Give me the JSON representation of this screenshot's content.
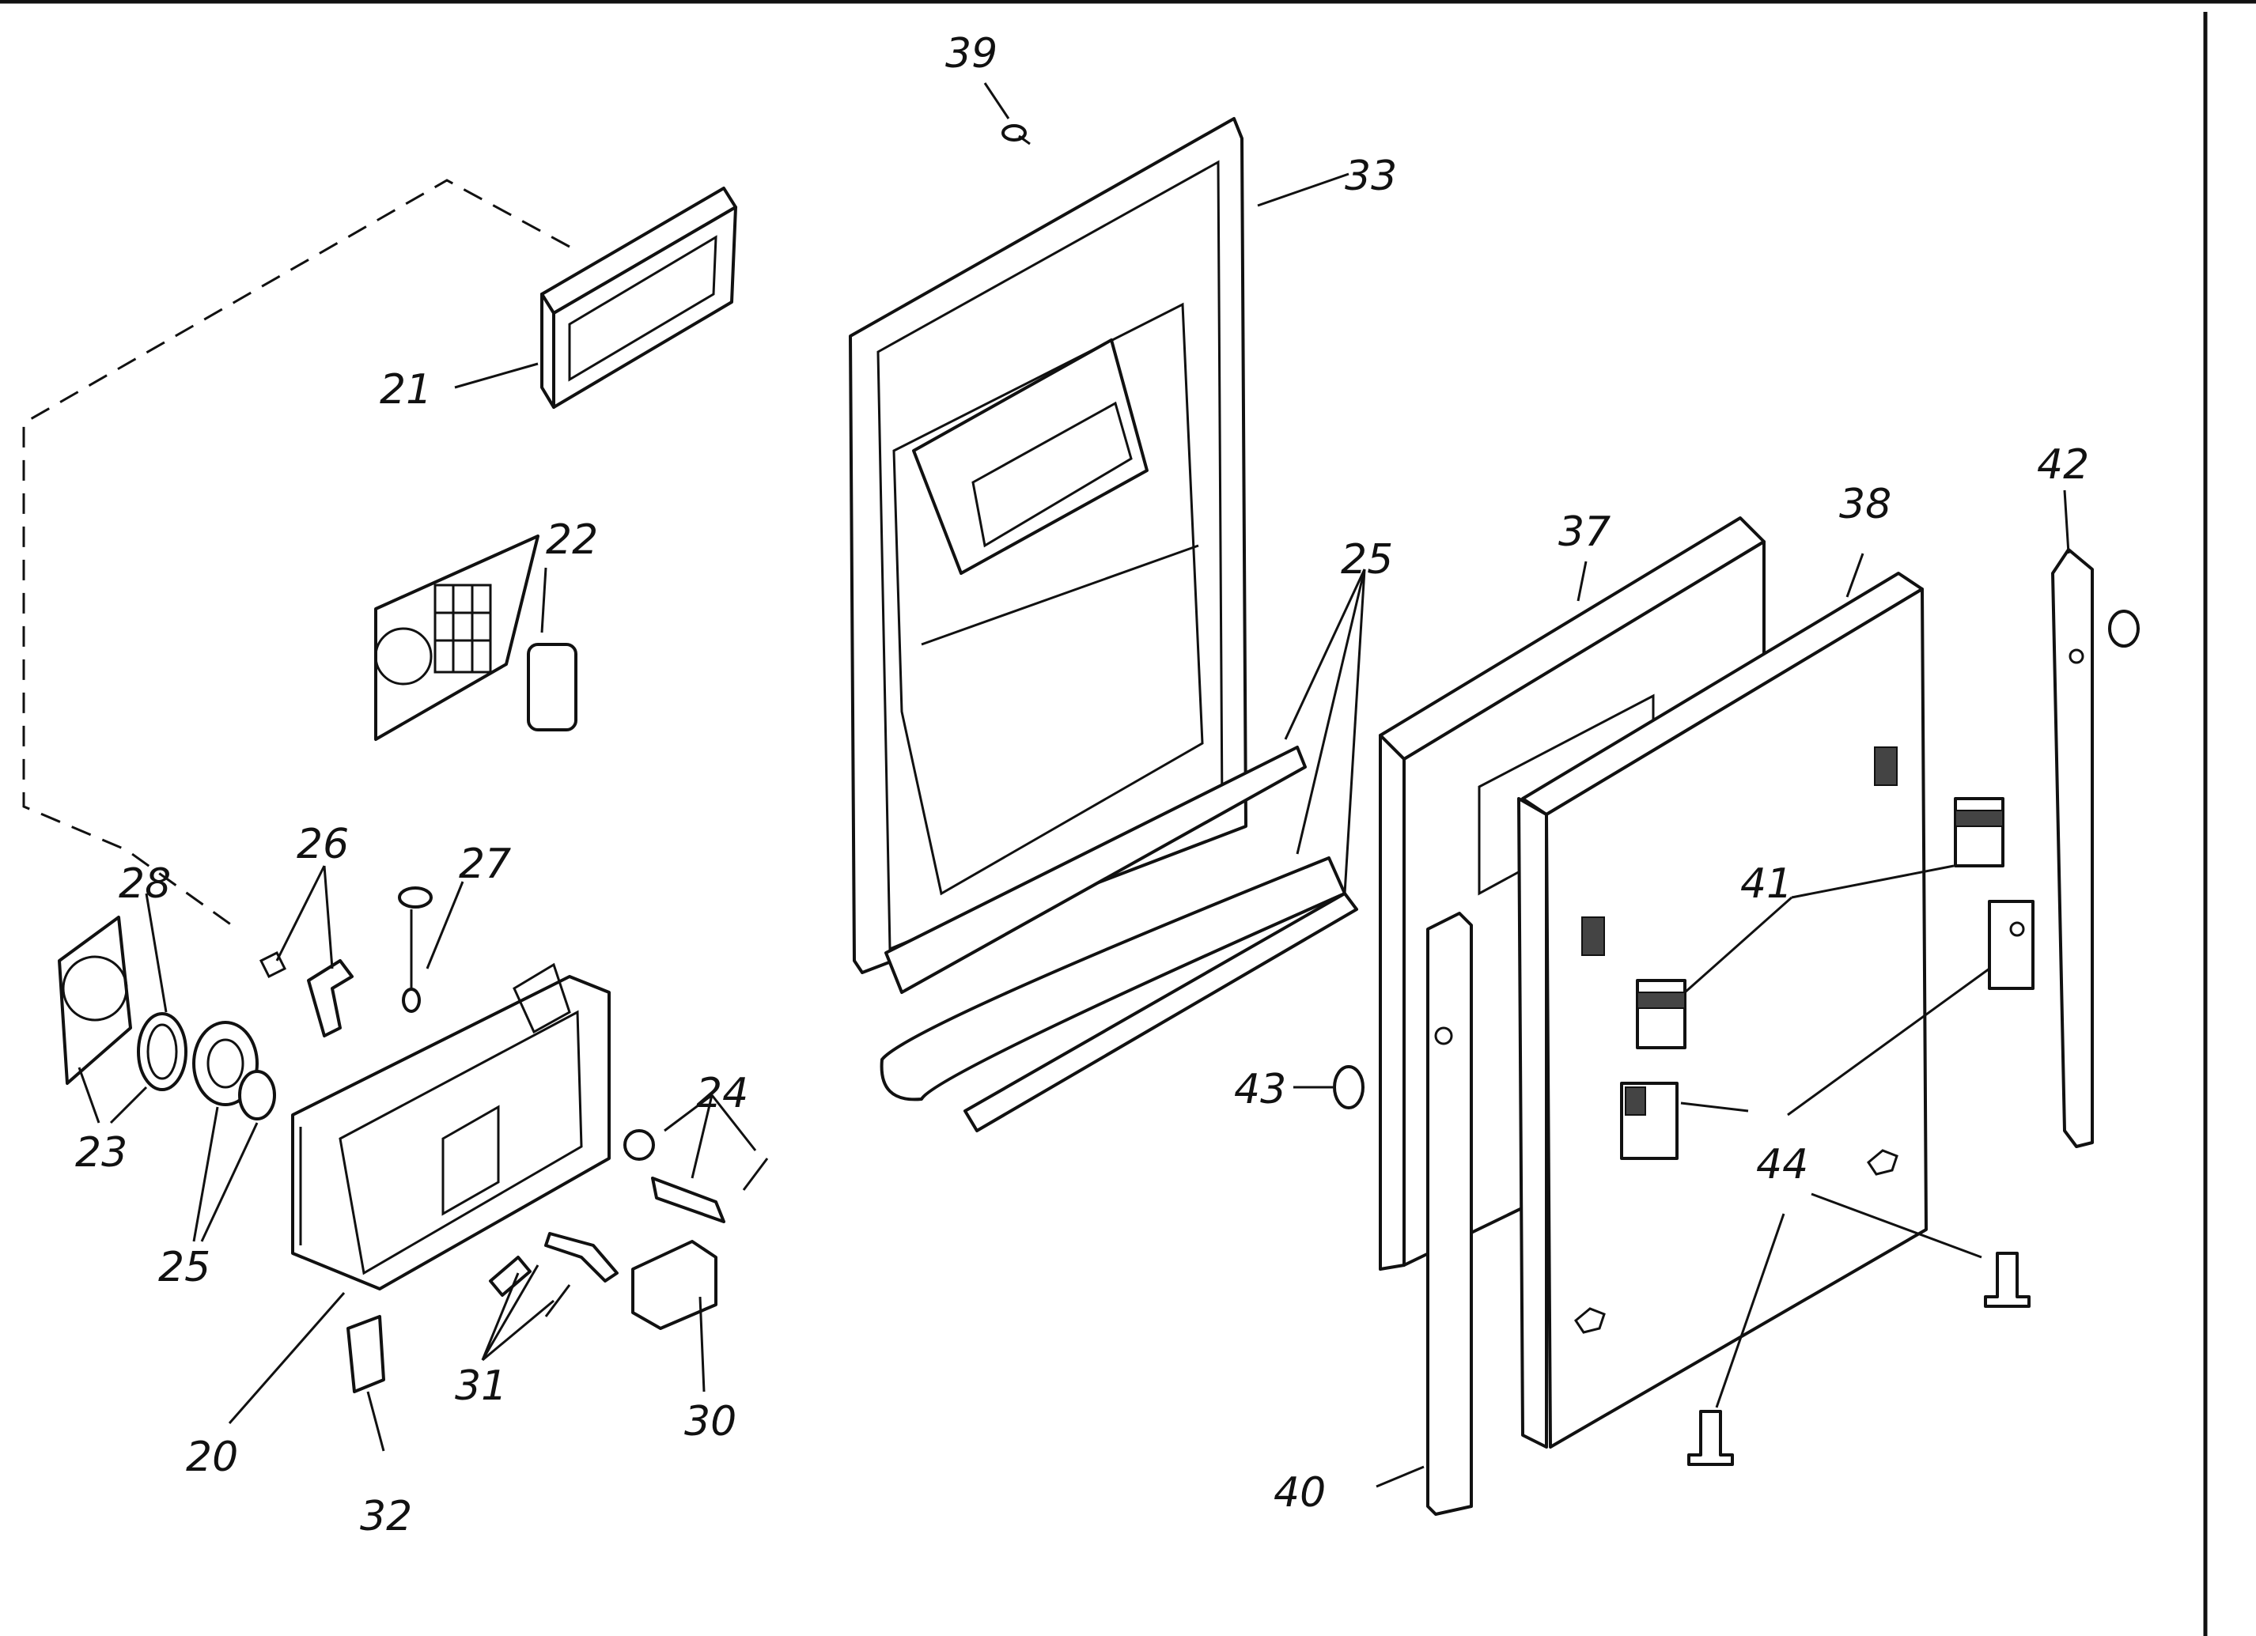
{
  "diagram": {
    "colors": {
      "ink": "#111111",
      "paper": "#ffffff"
    },
    "callouts": {
      "c20": "20",
      "c21": "21",
      "c22": "22",
      "c23": "23",
      "c24": "24",
      "c25a": "25",
      "c25b": "25",
      "c26": "26",
      "c27": "27",
      "c28": "28",
      "c30": "30",
      "c31": "31",
      "c32": "32",
      "c33": "33",
      "c37": "37",
      "c38": "38",
      "c39": "39",
      "c40": "40",
      "c41": "41",
      "c42": "42",
      "c43": "43",
      "c44": "44"
    }
  }
}
